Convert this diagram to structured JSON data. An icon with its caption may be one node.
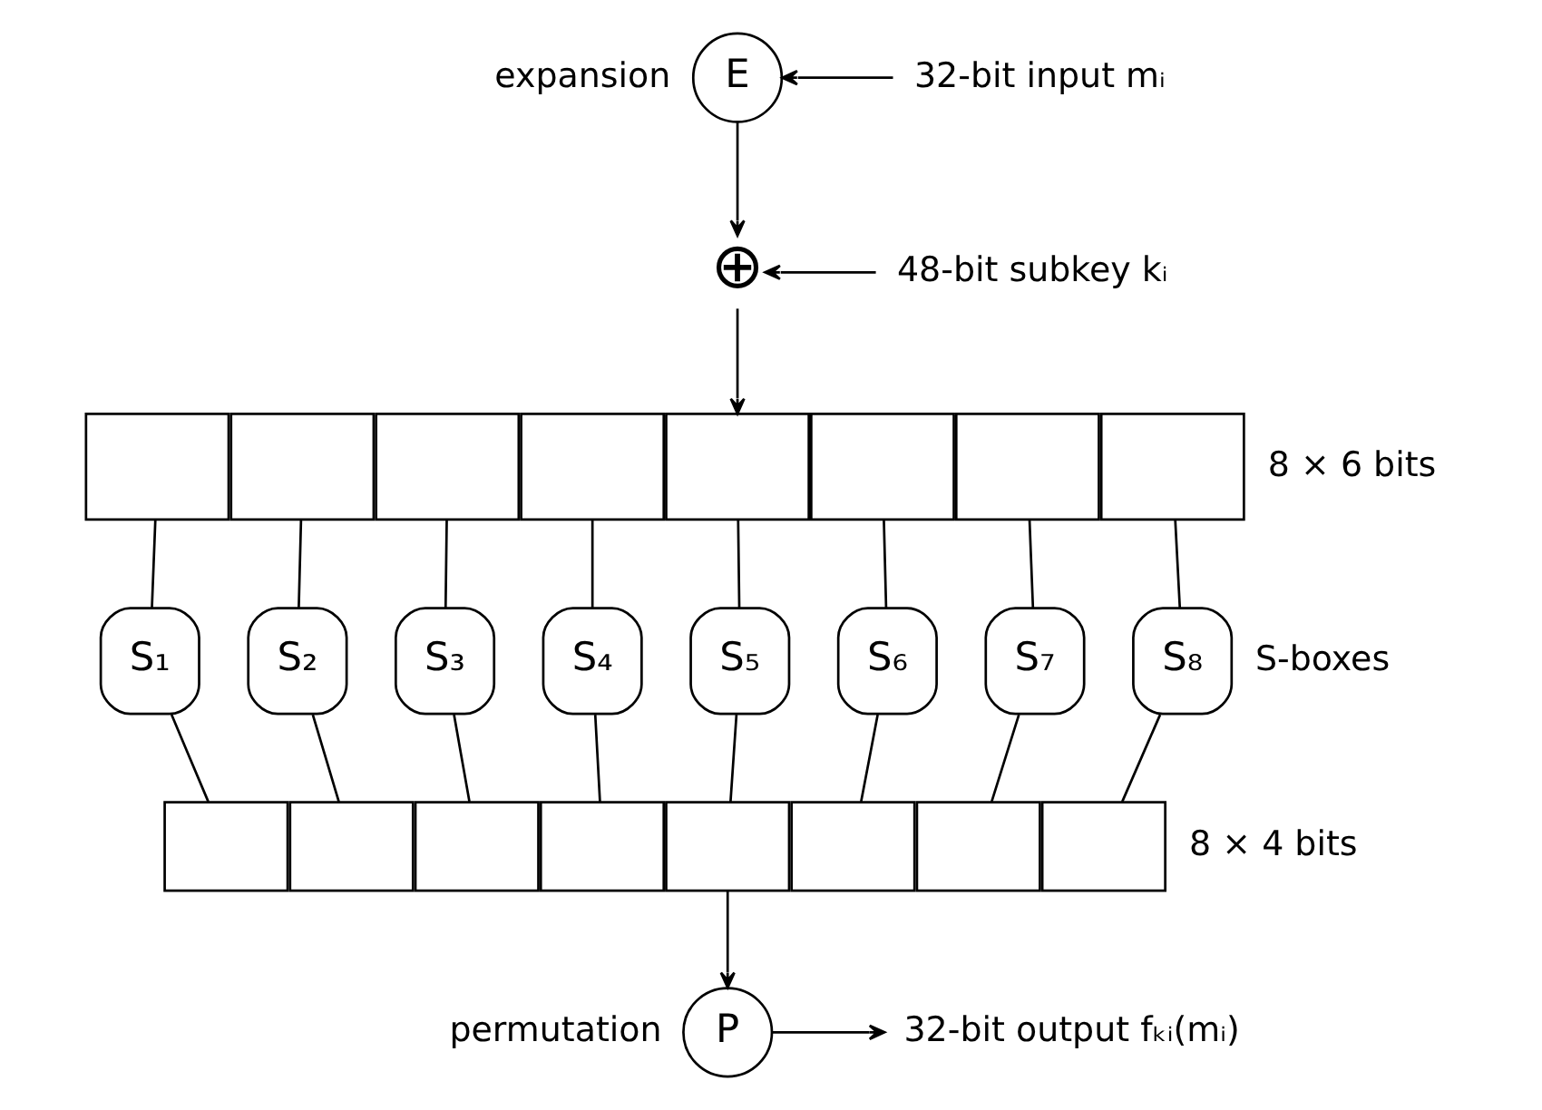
{
  "diagram": {
    "nodes": [
      {
        "text": [
          "E"
        ],
        "beside": [
          "expansion"
        ]
      },
      {
        "text": [
          "32-bit input mᵢ"
        ]
      },
      {
        "text": [
          "⊕"
        ]
      },
      {
        "text": [
          "48-bit subkey kᵢ"
        ]
      },
      {
        "text": [],
        "shape": "box"
      },
      {
        "text": [],
        "shape": "box"
      },
      {
        "text": [],
        "shape": "box"
      },
      {
        "text": [],
        "shape": "box"
      },
      {
        "text": [],
        "shape": "box"
      },
      {
        "text": [],
        "shape": "box"
      },
      {
        "text": [],
        "shape": "box"
      },
      {
        "text": [],
        "shape": "box"
      },
      {
        "text": [
          "S₁"
        ]
      },
      {
        "text": [
          "S₂"
        ]
      },
      {
        "text": [
          "S₃"
        ]
      },
      {
        "text": [
          "S₄"
        ]
      },
      {
        "text": [
          "S₅"
        ]
      },
      {
        "text": [
          "S₆"
        ]
      },
      {
        "text": [
          "S₇"
        ]
      },
      {
        "text": [
          "S₈"
        ]
      },
      {
        "text": [],
        "shape": "box"
      },
      {
        "text": [],
        "shape": "box"
      },
      {
        "text": [],
        "shape": "box"
      },
      {
        "text": [],
        "shape": "box"
      },
      {
        "text": [],
        "shape": "box"
      },
      {
        "text": [],
        "shape": "box"
      },
      {
        "text": [],
        "shape": "box"
      },
      {
        "text": [],
        "shape": "box"
      },
      {
        "text": [
          "P"
        ],
        "beside": [
          "permutation"
        ]
      },
      {
        "text": [
          "32-bit output fₖᵢ(mᵢ)"
        ]
      }
    ],
    "edges": [
      {
        "from": 1,
        "to": 0,
        "arrow": "to"
      },
      {
        "from": 0,
        "to": 2,
        "arrow": "to"
      },
      {
        "from": 3,
        "to": 2,
        "arrow": "to"
      },
      {
        "from": 2,
        "to": 8,
        "arrow": "to"
      },
      {
        "from": 4,
        "to": 12,
        "arrow": "none"
      },
      {
        "from": 5,
        "to": 13,
        "arrow": "none"
      },
      {
        "from": 6,
        "to": 14,
        "arrow": "none"
      },
      {
        "from": 7,
        "to": 15,
        "arrow": "none"
      },
      {
        "from": 8,
        "to": 16,
        "arrow": "none"
      },
      {
        "from": 9,
        "to": 17,
        "arrow": "none"
      },
      {
        "from": 10,
        "to": 18,
        "arrow": "none"
      },
      {
        "from": 11,
        "to": 19,
        "arrow": "none"
      },
      {
        "from": 12,
        "to": 20,
        "arrow": "none"
      },
      {
        "from": 13,
        "to": 21,
        "arrow": "none"
      },
      {
        "from": 14,
        "to": 22,
        "arrow": "none"
      },
      {
        "from": 15,
        "to": 23,
        "arrow": "none"
      },
      {
        "from": 16,
        "to": 24,
        "arrow": "none"
      },
      {
        "from": 17,
        "to": 25,
        "arrow": "none"
      },
      {
        "from": 18,
        "to": 26,
        "arrow": "none"
      },
      {
        "from": 19,
        "to": 27,
        "arrow": "none"
      },
      {
        "from": 24,
        "to": 28,
        "arrow": "to"
      },
      {
        "from": 28,
        "to": 29,
        "arrow": "to"
      }
    ],
    "labels": [
      "8 × 6 bits",
      "S-boxes",
      "8 × 4 bits"
    ]
  }
}
